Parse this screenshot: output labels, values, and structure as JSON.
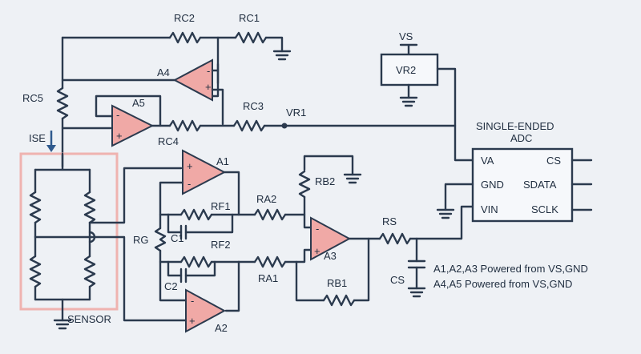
{
  "labels": {
    "rc2": "RC2",
    "rc1": "RC1",
    "rc3": "RC3",
    "rc4": "RC4",
    "rc5": "RC5",
    "a4": "A4",
    "a5": "A5",
    "a1": "A1",
    "a2": "A2",
    "a3": "A3",
    "vr1": "VR1",
    "vs": "VS",
    "vr2": "VR2",
    "ise": "ISE",
    "sensor": "SENSOR",
    "rb2": "RB2",
    "rb1": "RB1",
    "ra2": "RA2",
    "ra1": "RA1",
    "rf1": "RF1",
    "rf2": "RF2",
    "rg": "RG",
    "c1": "C1",
    "c2": "C2",
    "rs": "RS",
    "cs": "CS",
    "plus": "+",
    "minus": "-"
  },
  "adc": {
    "title_line1": "SINGLE-ENDED",
    "title_line2": "ADC",
    "pins_left": [
      "VA",
      "GND",
      "VIN"
    ],
    "pins_right": [
      "CS",
      "SDATA",
      "SCLK"
    ]
  },
  "notes": [
    "A1,A2,A3 Powered from VS,GND",
    "A4,A5 Powered from VS,GND"
  ],
  "colors": {
    "wire": "#2b3a4e",
    "amp_fill": "#f0a9a6",
    "sensor_box": "#efb3b0",
    "ise_arrow": "#2f5a8e"
  }
}
